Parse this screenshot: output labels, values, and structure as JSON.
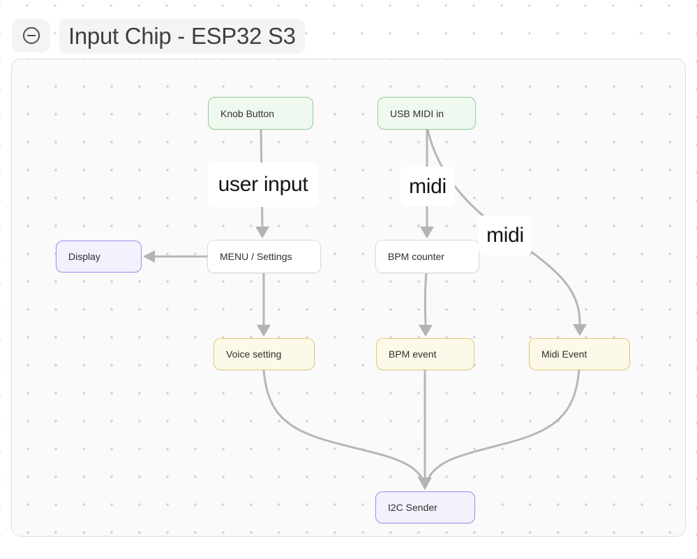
{
  "header": {
    "title": "Input Chip - ESP32 S3",
    "collapse_button_icon": "circle-minus-icon"
  },
  "canvas": {
    "nodes": {
      "knob_button": {
        "label": "Knob Button",
        "variant": "green"
      },
      "usb_midi_in": {
        "label": "USB MIDI in",
        "variant": "green"
      },
      "display": {
        "label": "Display",
        "variant": "purple"
      },
      "menu_settings": {
        "label": "MENU / Settings",
        "variant": "white"
      },
      "bpm_counter": {
        "label": "BPM counter",
        "variant": "white"
      },
      "voice_setting": {
        "label": "Voice setting",
        "variant": "yellow"
      },
      "bpm_event": {
        "label": "BPM event",
        "variant": "yellow"
      },
      "midi_event": {
        "label": "Midi Event",
        "variant": "yellow"
      },
      "i2c_sender": {
        "label": "I2C Sender",
        "variant": "purple"
      }
    },
    "edge_labels": {
      "user_input": "user input",
      "midi_to_bpm_counter": "midi",
      "midi_to_midi_event": "midi"
    },
    "edges": [
      {
        "from": "Knob Button",
        "to": "MENU / Settings",
        "label": "user input"
      },
      {
        "from": "USB MIDI in",
        "to": "BPM counter",
        "label": "midi"
      },
      {
        "from": "USB MIDI in",
        "to": "Midi Event",
        "label": "midi"
      },
      {
        "from": "MENU / Settings",
        "to": "Display",
        "label": ""
      },
      {
        "from": "MENU / Settings",
        "to": "Voice setting",
        "label": ""
      },
      {
        "from": "BPM counter",
        "to": "BPM event",
        "label": ""
      },
      {
        "from": "Voice setting",
        "to": "I2C Sender",
        "label": ""
      },
      {
        "from": "BPM event",
        "to": "I2C Sender",
        "label": ""
      },
      {
        "from": "Midi Event",
        "to": "I2C Sender",
        "label": ""
      }
    ]
  },
  "colors": {
    "page_bg": "#ffffff",
    "canvas_bg": "#fafafa",
    "dot_grid": "#d6d6d6",
    "edge": "#b6b6b6",
    "pill_bg": "#f4f4f4",
    "title_text": "#3f3f3f",
    "node_green_bg": "#f0f9f0",
    "node_green_border": "#8fce96",
    "node_white_bg": "#ffffff",
    "node_white_border": "#d9d9d9",
    "node_yellow_bg": "#fdf9e9",
    "node_yellow_border": "#e2c77a",
    "node_purple_bg": "#f4f1fd",
    "node_purple_border": "#9c8cec"
  }
}
